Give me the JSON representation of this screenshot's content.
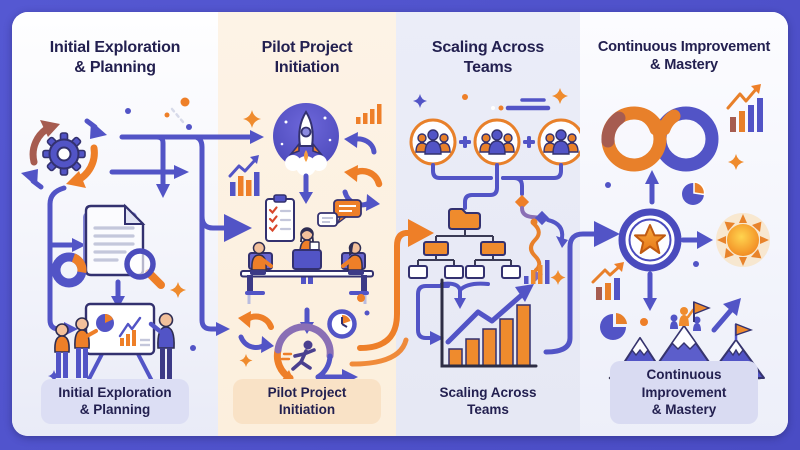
{
  "figure": {
    "type": "process-infographic",
    "stage_count": 4
  },
  "colors": {
    "frame": "#4f51cb",
    "card": "#ffffff",
    "title_text": "#232050",
    "purple": "#5254c6",
    "orange": "#ee7f28",
    "maroon": "#a65c50",
    "col1_bg": "#f6f7fc",
    "col2_bg": "#fdf2e3",
    "col3_bg": "#e9ebf6",
    "col4_bg": "#f4f5fb",
    "pill1_bg": "#dcdef4",
    "pill2_bg": "#f9e2c6",
    "pill4_bg": "#d9dbf2"
  },
  "stages": [
    {
      "title": "Initial Exploration\n& Planning",
      "caption": "Initial Exploration\n& Planning",
      "icons": [
        "gear-cycle-icon",
        "scatter-dots-icon",
        "document-magnifier-icon",
        "donut-chart-icon",
        "team-presentation-illustration",
        "sparkle-icon"
      ]
    },
    {
      "title": "Pilot Project\nInitiation",
      "caption": "Pilot Project\nInitiation",
      "icons": [
        "rocket-launch-icon",
        "bar-chart-icon",
        "growth-line-icon",
        "cycle-arrows-icon",
        "checklist-clipboard-icon",
        "chat-bubbles-icon",
        "team-workstations-illustration",
        "sprint-runner-icon",
        "clock-icon",
        "sparkle-icon"
      ]
    },
    {
      "title": "Scaling Across\nTeams",
      "caption": "Scaling Across\nTeams",
      "icons": [
        "team-group-icon",
        "plus-icon",
        "folder-org-chart-icon",
        "mini-bar-chart-icon",
        "squiggle-path-icon",
        "growth-bar-chart-icon",
        "sparkle-icon"
      ]
    },
    {
      "title": "Continuous Improvement\n& Mastery",
      "caption": "Continuous Improvement\n& Mastery",
      "icons": [
        "infinity-loop-icon",
        "trend-bar-chart-icon",
        "up-arrow-icon",
        "pie-chart-icon",
        "star-badge-icon",
        "sun-icon",
        "mountain-flags-illustration",
        "sparkle-icon"
      ]
    }
  ],
  "connectors": [
    {
      "from": 1,
      "to": 2,
      "color": "#5254c6"
    },
    {
      "from": 2,
      "to": 3,
      "color": "#ee7f28"
    },
    {
      "from": 3,
      "to": 4,
      "color": "#5254c6"
    }
  ]
}
